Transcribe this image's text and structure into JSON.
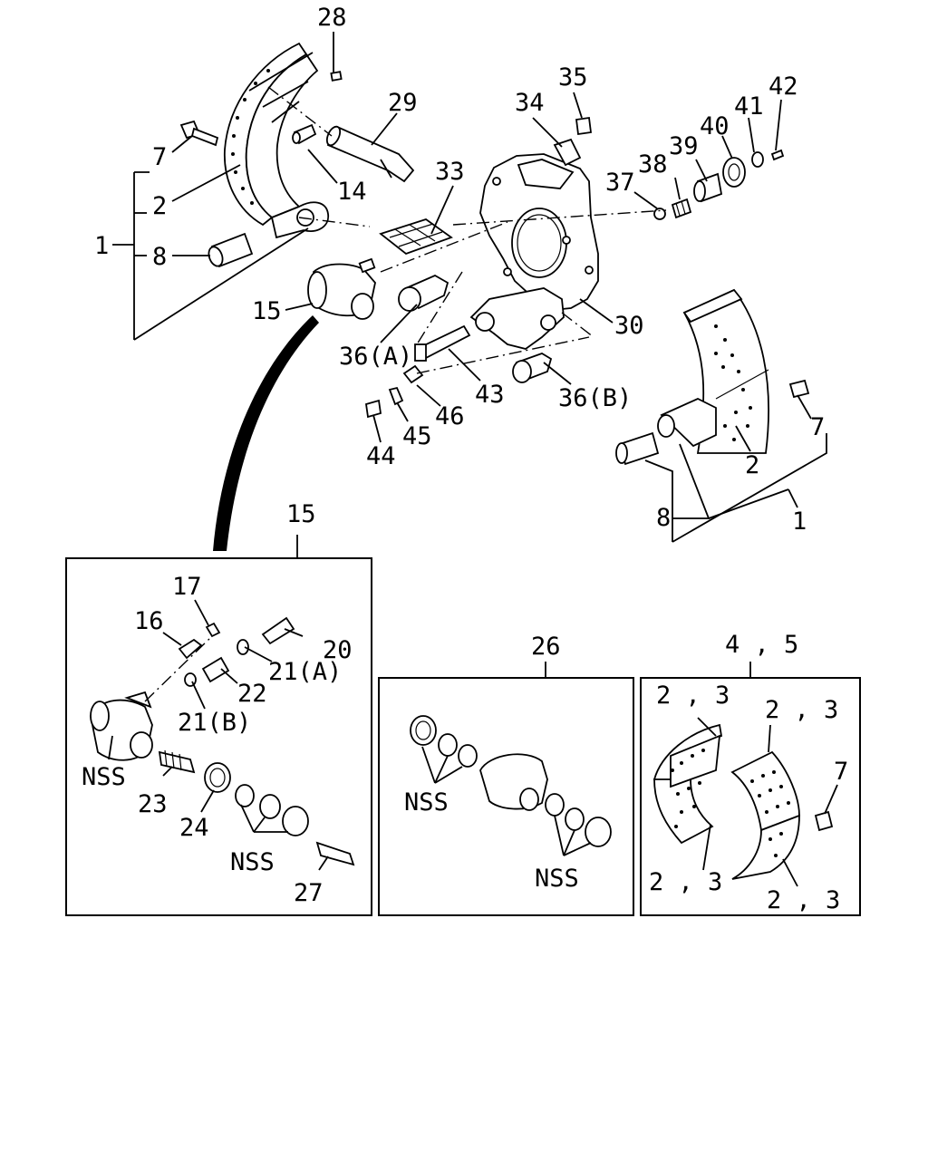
{
  "labels": {
    "p28": "28",
    "p29": "29",
    "p7a": "7",
    "p2a": "2",
    "p14": "14",
    "p1a": "1",
    "p8a": "8",
    "p15a": "15",
    "p33": "33",
    "p34": "34",
    "p35": "35",
    "p37": "37",
    "p38": "38",
    "p39": "39",
    "p40": "40",
    "p41": "41",
    "p42": "42",
    "p30": "30",
    "p36a": "36(A)",
    "p43": "43",
    "p46": "46",
    "p36b": "36(B)",
    "p44": "44",
    "p45": "45",
    "p7b": "7",
    "p2b": "2",
    "p8b": "8",
    "p1b": "1",
    "p15b": "15",
    "p17": "17",
    "p16": "16",
    "p20": "20",
    "p21a": "21(A)",
    "p22": "22",
    "p21b": "21(B)",
    "nss1": "NSS",
    "p23": "23",
    "p24": "24",
    "nss2": "NSS",
    "p27": "27",
    "p26": "26",
    "nss3": "NSS",
    "nss4": "NSS",
    "p45b": "4 , 5",
    "p23a": "2 , 3",
    "p23b": "2 , 3",
    "p23c": "2 , 3",
    "p23d": "2 , 3",
    "p7c": "7"
  }
}
